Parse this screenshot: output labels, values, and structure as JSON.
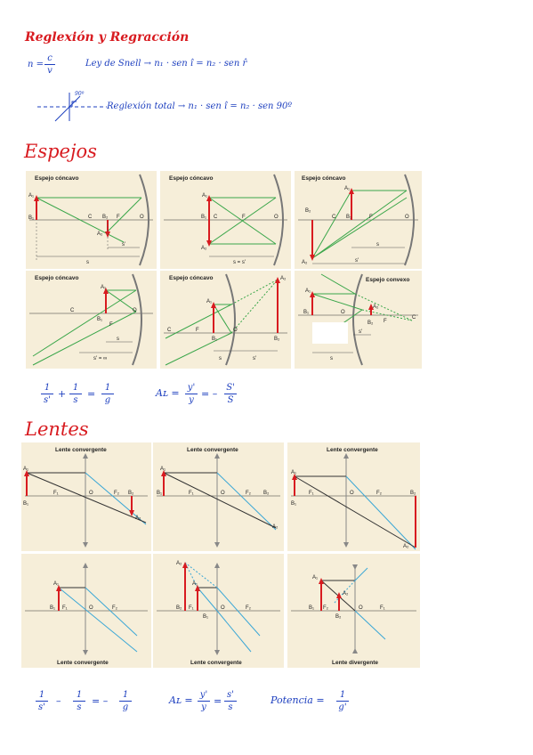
{
  "title_refl": "Reglexión y Regracción",
  "n_eq": {
    "lhs": "n =",
    "num": "c",
    "den": "v"
  },
  "snell": "Ley de Snell → n₁ · sen î = n₂ · sen r̂",
  "total_refl": "Reglexión total → n₁ · sen î = n₂ · sen 90º",
  "angle_90": "90º",
  "title_espejos": "Espejos",
  "mirror_panels": [
    {
      "title": "Espejo cóncavo",
      "labels": [
        "A₁",
        "B₁",
        "C",
        "B₂",
        "F",
        "O",
        "A₂",
        "s",
        "s'"
      ]
    },
    {
      "title": "Espejo cóncavo",
      "labels": [
        "A₁",
        "B₁",
        "C",
        "F",
        "O",
        "A₂",
        "s = s'"
      ]
    },
    {
      "title": "Espejo cóncavo",
      "labels": [
        "A₁",
        "B₂",
        "C",
        "B₁",
        "F",
        "O",
        "A₂",
        "s",
        "s'"
      ]
    },
    {
      "title": "Espejo cóncavo",
      "labels": [
        "A₁",
        "C",
        "B₁",
        "O",
        "F",
        "s",
        "s' = ∞"
      ]
    },
    {
      "title": "Espejo cóncavo",
      "labels": [
        "A₂",
        "A₁",
        "C",
        "F",
        "B₁",
        "O",
        "B₂",
        "s",
        "s'"
      ]
    },
    {
      "title": "Espejo convexo",
      "labels": [
        "A₁",
        "B₁",
        "O",
        "A₂",
        "B₂",
        "F",
        "C",
        "s",
        "s'"
      ]
    }
  ],
  "mirror_eq": {
    "a": {
      "num": "1",
      "den": "s'"
    },
    "plus": "+",
    "b": {
      "num": "1",
      "den": "s"
    },
    "eq": "=",
    "c": {
      "num": "1",
      "den": "g"
    },
    "al_label": "Aʟ =",
    "d": {
      "num": "y'",
      "den": "y"
    },
    "eq2": "= –",
    "e": {
      "num": "S'",
      "den": "S"
    }
  },
  "title_lentes": "Lentes",
  "lens_panels": [
    {
      "title": "Lente convergente",
      "labels": [
        "A₁",
        "B₁",
        "F₁",
        "O",
        "F₂",
        "B₂",
        "A₂"
      ]
    },
    {
      "title": "Lente convergente",
      "labels": [
        "A₁",
        "B₁",
        "F₁",
        "O",
        "F₂",
        "B₂",
        "A₂"
      ]
    },
    {
      "title": "Lente convergente",
      "labels": [
        "A₁",
        "B₁",
        "F₁",
        "O",
        "F₂",
        "B₂",
        "A₂"
      ]
    },
    {
      "title": "Lente convergente",
      "labels": [
        "A₁",
        "B₁",
        "F₁",
        "O",
        "F₂"
      ]
    },
    {
      "title": "Lente convergente",
      "labels": [
        "A₂",
        "A₁",
        "B₂",
        "F₁",
        "B₁",
        "O",
        "F₂"
      ]
    },
    {
      "title": "Lente divergente",
      "labels": [
        "A₁",
        "A₂",
        "B₁",
        "F₂",
        "B₂",
        "O",
        "F₁"
      ]
    }
  ],
  "lens_eq": {
    "a": {
      "num": "1",
      "den": "s'"
    },
    "minus": "–",
    "b": {
      "num": "1",
      "den": "s"
    },
    "eq": "= –",
    "c": {
      "num": "1",
      "den": "g"
    },
    "al_label": "Aʟ =",
    "d": {
      "num": "y'",
      "den": "y"
    },
    "eq2": "=",
    "e": {
      "num": "s'",
      "den": "s"
    },
    "pot_label": "Potencia =",
    "f": {
      "num": "1",
      "den": "g'"
    }
  },
  "colors": {
    "red": "#d81b20",
    "blue": "#1d3fbf",
    "ray_green": "#3aa64a",
    "ray_blue": "#3ba7d6",
    "panel_bg": "#f6eed9"
  }
}
